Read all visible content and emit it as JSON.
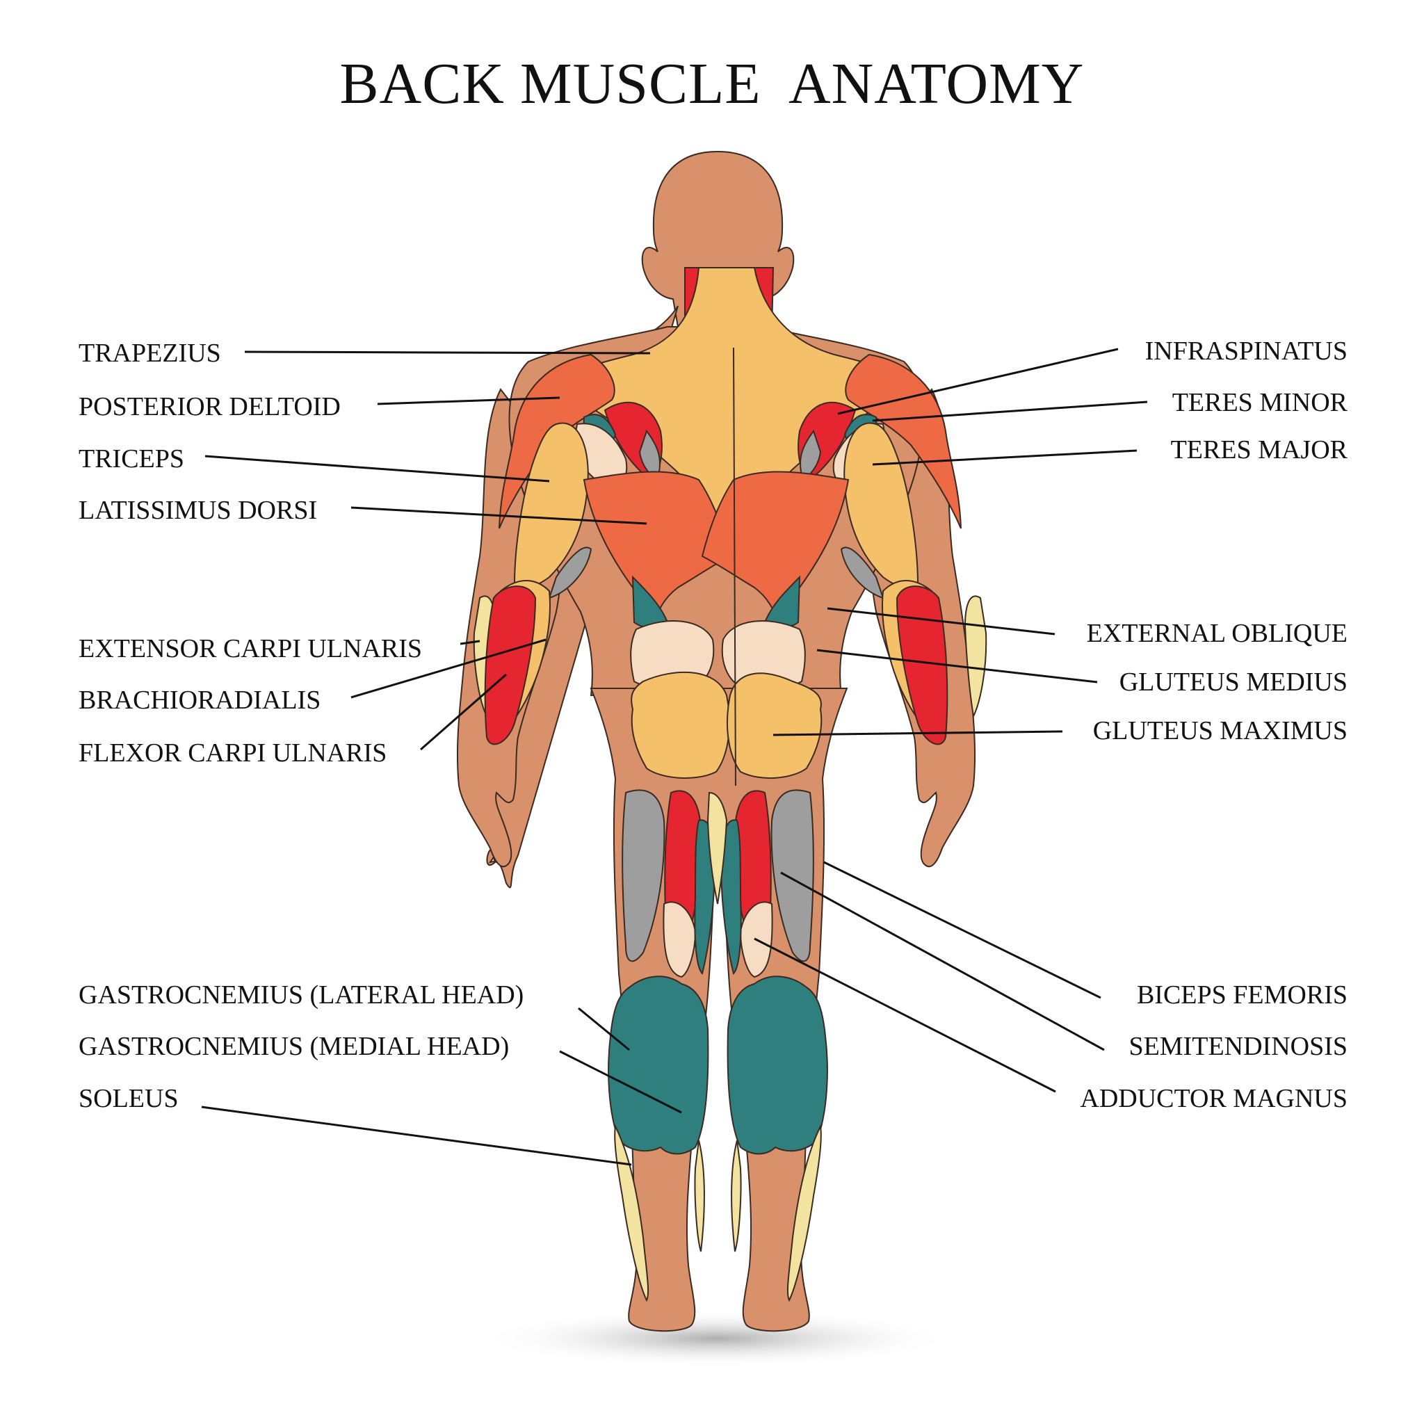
{
  "title": "BACK MUSCLE  ANATOMY",
  "colors": {
    "skin": "#d8916b",
    "yellow": "#f5c06a",
    "orange_red": "#ee6a45",
    "red": "#e52630",
    "teal": "#2f7f7f",
    "grey": "#9e9e9e",
    "cream": "#f7dcc4",
    "pale_yellow": "#f3e3a0",
    "line": "#111111"
  },
  "labels_left": [
    {
      "id": "trapezius",
      "text": "TRAPEZIUS"
    },
    {
      "id": "posterior-deltoid",
      "text": "POSTERIOR DELTOID"
    },
    {
      "id": "triceps",
      "text": "TRICEPS"
    },
    {
      "id": "latissimus-dorsi",
      "text": "LATISSIMUS DORSI"
    },
    {
      "id": "extensor-carpi-ulnaris",
      "text": "EXTENSOR CARPI ULNARIS"
    },
    {
      "id": "brachioradialis",
      "text": "BRACHIORADIALIS"
    },
    {
      "id": "flexor-carpi-ulnaris",
      "text": "FLEXOR CARPI ULNARIS"
    },
    {
      "id": "gastrocnemius-lateral",
      "text": "GASTROCNEMIUS (LATERAL HEAD)"
    },
    {
      "id": "gastrocnemius-medial",
      "text": "GASTROCNEMIUS (MEDIAL HEAD)"
    },
    {
      "id": "soleus",
      "text": "SOLEUS"
    }
  ],
  "labels_right": [
    {
      "id": "infraspinatus",
      "text": "INFRASPINATUS"
    },
    {
      "id": "teres-minor",
      "text": "TERES MINOR"
    },
    {
      "id": "teres-major",
      "text": "TERES MAJOR"
    },
    {
      "id": "external-oblique",
      "text": "EXTERNAL OBLIQUE"
    },
    {
      "id": "gluteus-medius",
      "text": "GLUTEUS MEDIUS"
    },
    {
      "id": "gluteus-maximus",
      "text": "GLUTEUS MAXIMUS"
    },
    {
      "id": "biceps-femoris",
      "text": "BICEPS FEMORIS"
    },
    {
      "id": "semitendinosis",
      "text": "SEMITENDINOSIS"
    },
    {
      "id": "adductor-magnus",
      "text": "ADDUCTOR MAGNUS"
    }
  ]
}
